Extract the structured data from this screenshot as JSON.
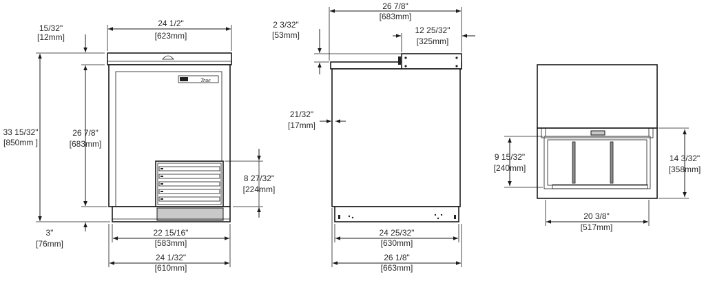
{
  "dimensions": {
    "front": {
      "top_gap": {
        "imperial": "15/32\"",
        "metric": "[12mm]"
      },
      "top_width": {
        "imperial": "24 1/2\"",
        "metric": "[623mm]"
      },
      "total_height": {
        "imperial": "33 15/32\"",
        "metric": "[850mm ]"
      },
      "cabinet_height": {
        "imperial": "26 7/8\"",
        "metric": "[683mm]"
      },
      "drawer_height": {
        "imperial": "8 27/32\"",
        "metric": "[224mm]"
      },
      "base_height": {
        "imperial": "3\"",
        "metric": "[76mm]"
      },
      "inner_width": {
        "imperial": "22 15/16\"",
        "metric": "[583mm]"
      },
      "outer_width": {
        "imperial": "24 1/32\"",
        "metric": "[610mm]"
      }
    },
    "side": {
      "top_depth": {
        "imperial": "26 7/8\"",
        "metric": "[683mm]"
      },
      "lid_height": {
        "imperial": "2 3/32\"",
        "metric": "[53mm]"
      },
      "lid_depth": {
        "imperial": "12 25/32\"",
        "metric": "[325mm]"
      },
      "offset": {
        "imperial": "21/32\"",
        "metric": "[17mm]"
      },
      "body_depth": {
        "imperial": "24 25/32\"",
        "metric": "[630mm]"
      },
      "overall_depth": {
        "imperial": "26 1/8\"",
        "metric": "[663mm]"
      }
    },
    "open": {
      "opening_height": {
        "imperial": "9 15/32\"",
        "metric": "[240mm]"
      },
      "open_height": {
        "imperial": "14 3/32\"",
        "metric": "[358mm]"
      },
      "opening_width": {
        "imperial": "20 3/8\"",
        "metric": "[517mm]"
      }
    }
  },
  "brand_badge": "True"
}
